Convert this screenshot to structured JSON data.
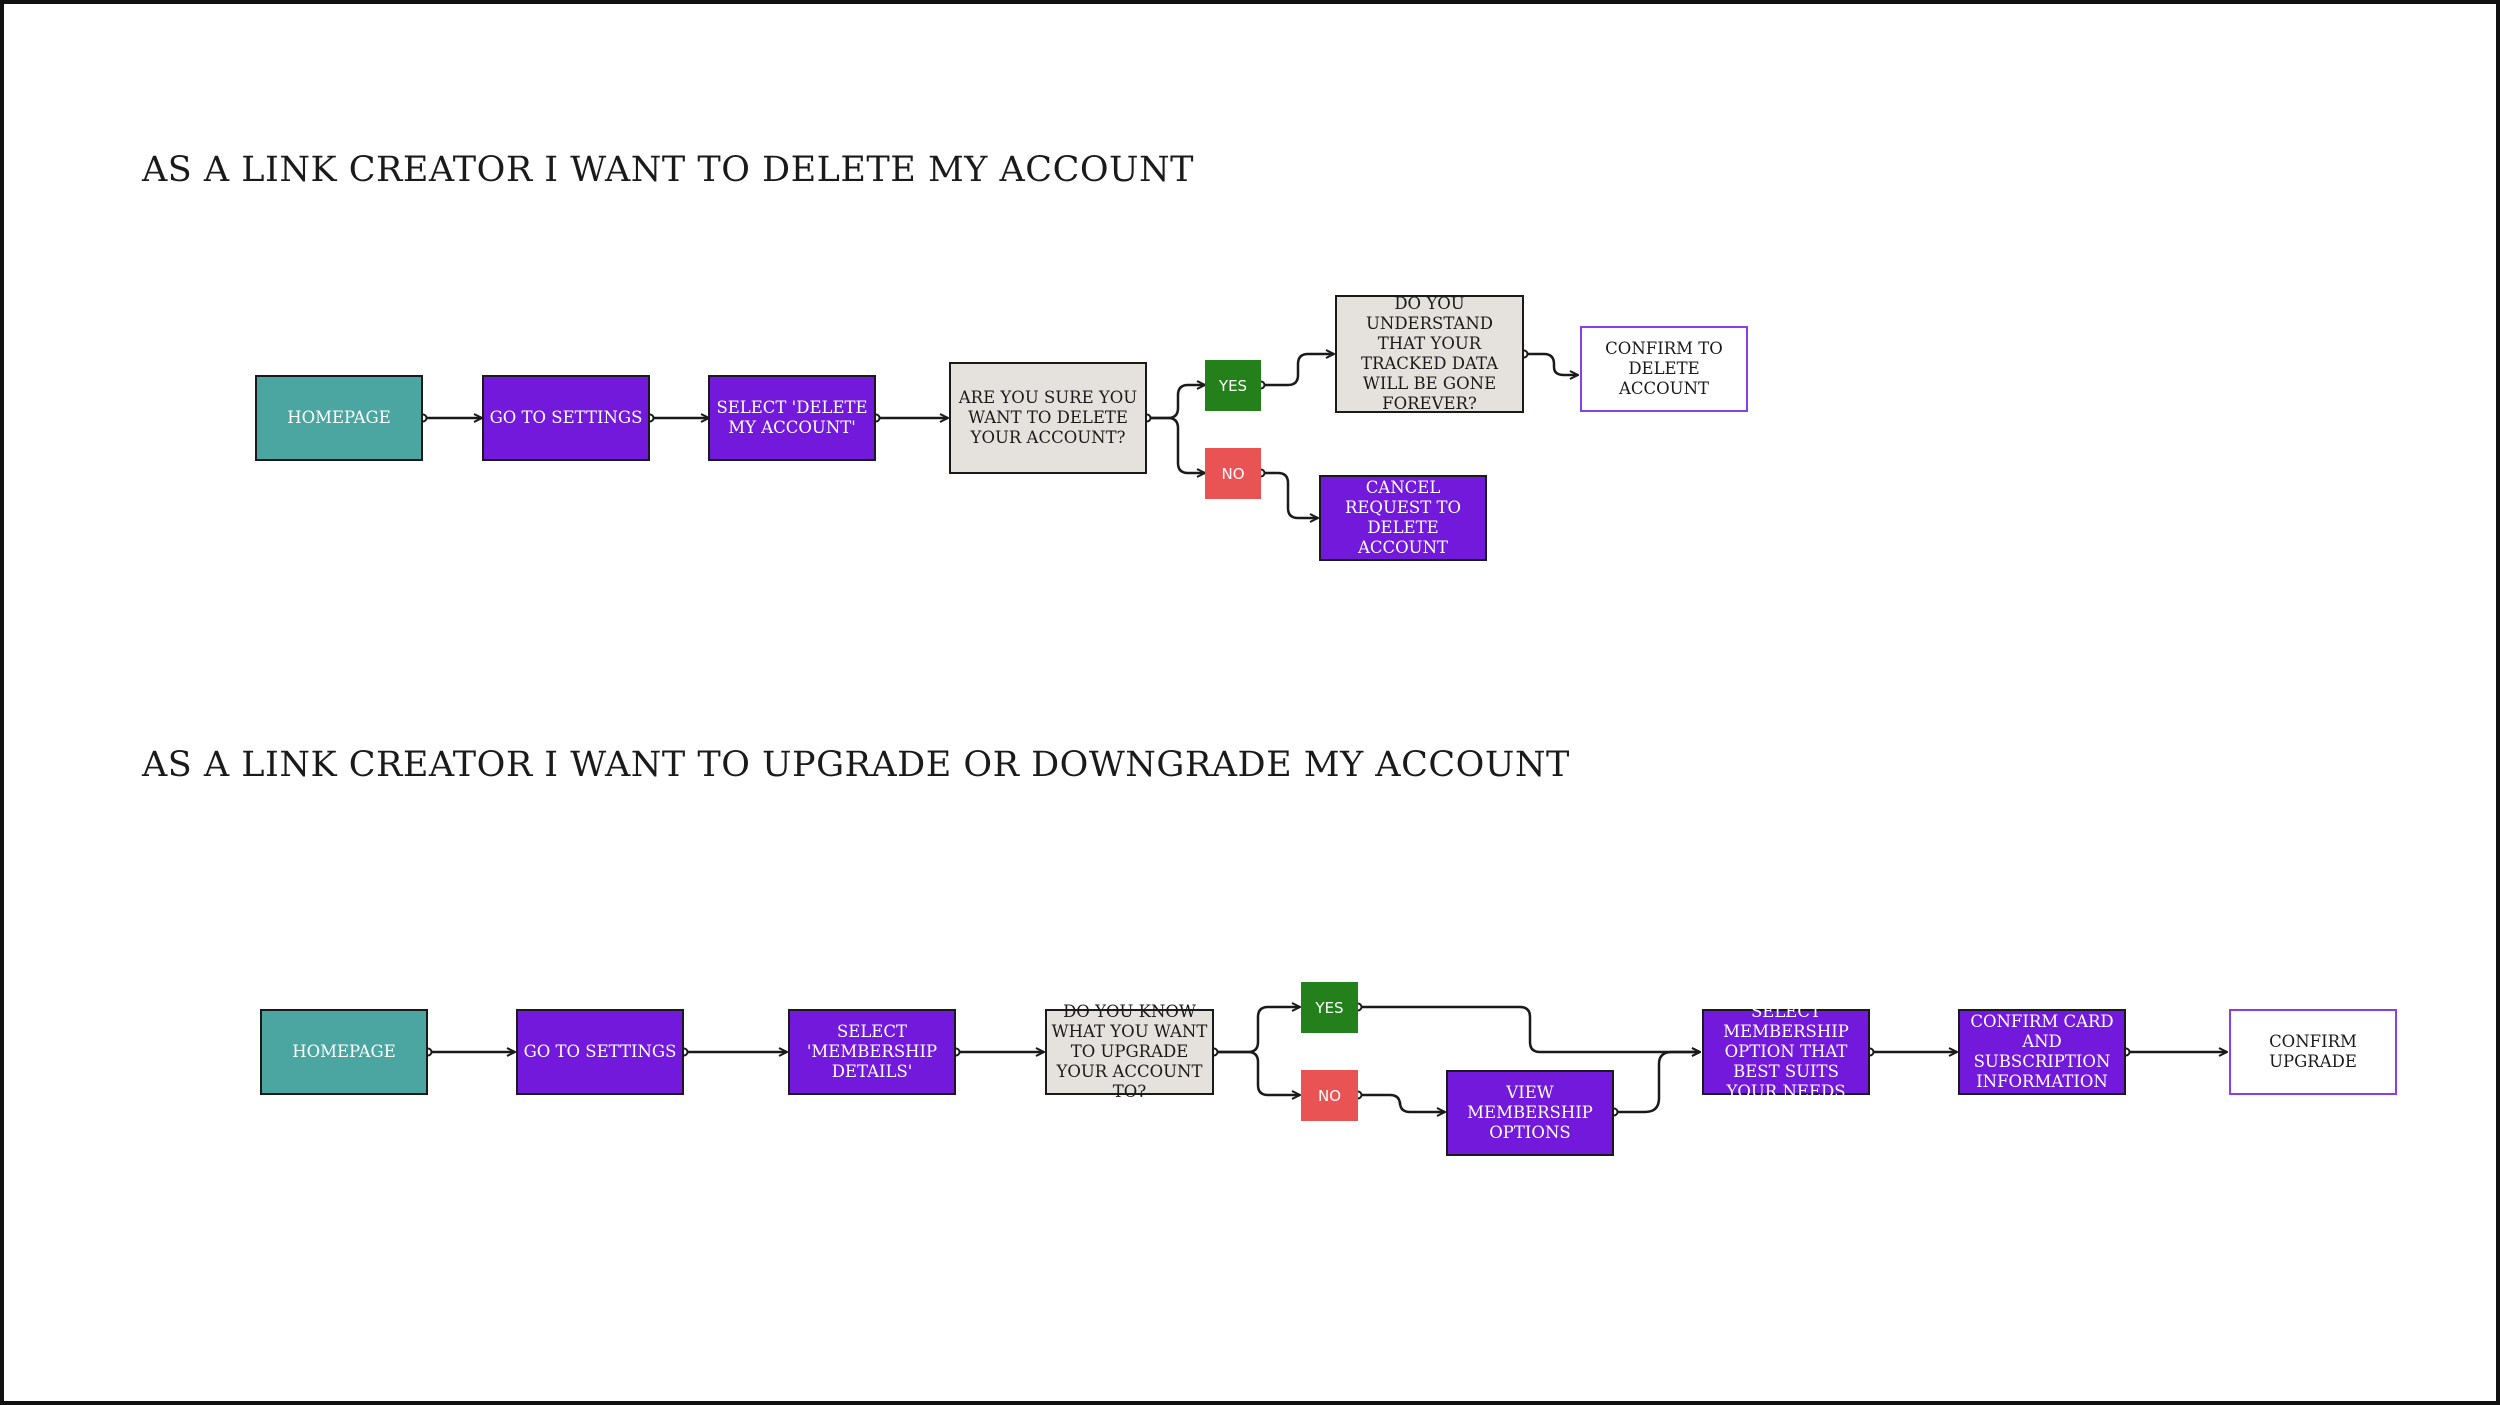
{
  "flow1": {
    "title": "AS A LINK CREATOR I WANT TO DELETE MY ACCOUNT",
    "homepage": "HOMEPAGE",
    "go_to_settings": "GO TO SETTINGS",
    "select_delete": "SELECT 'DELETE MY ACCOUNT'",
    "are_you_sure": "ARE YOU SURE YOU WANT TO DELETE YOUR ACCOUNT?",
    "yes": "YES",
    "no": "NO",
    "understand": "DO YOU UNDERSTAND THAT YOUR TRACKED DATA WILL BE GONE FOREVER?",
    "confirm_delete": "CONFIRM TO DELETE ACCOUNT",
    "cancel_request": "CANCEL REQUEST TO DELETE ACCOUNT"
  },
  "flow2": {
    "title": "AS A LINK CREATOR I WANT TO UPGRADE OR DOWNGRADE MY ACCOUNT",
    "homepage": "HOMEPAGE",
    "go_to_settings": "GO TO SETTINGS",
    "select_membership": "SELECT 'MEMBERSHIP DETAILS'",
    "know_upgrade": "DO YOU KNOW WHAT YOU WANT TO UPGRADE YOUR ACCOUNT TO?",
    "yes": "YES",
    "no": "NO",
    "view_membership": "VIEW MEMBERSHIP OPTIONS",
    "select_option": "SELECT MEMBERSHIP OPTION THAT BEST SUITS YOUR NEEDS",
    "confirm_card": "CONFIRM CARD AND SUBSCRIPTION INFORMATION",
    "confirm_upgrade": "CONFIRM UPGRADE"
  },
  "colors": {
    "teal": "#4ba6a2",
    "purple": "#7219db",
    "grey": "#e5e1dd",
    "yes_green": "#24801a",
    "no_red": "#ea5354",
    "outline_purple": "#8a3ee6"
  }
}
